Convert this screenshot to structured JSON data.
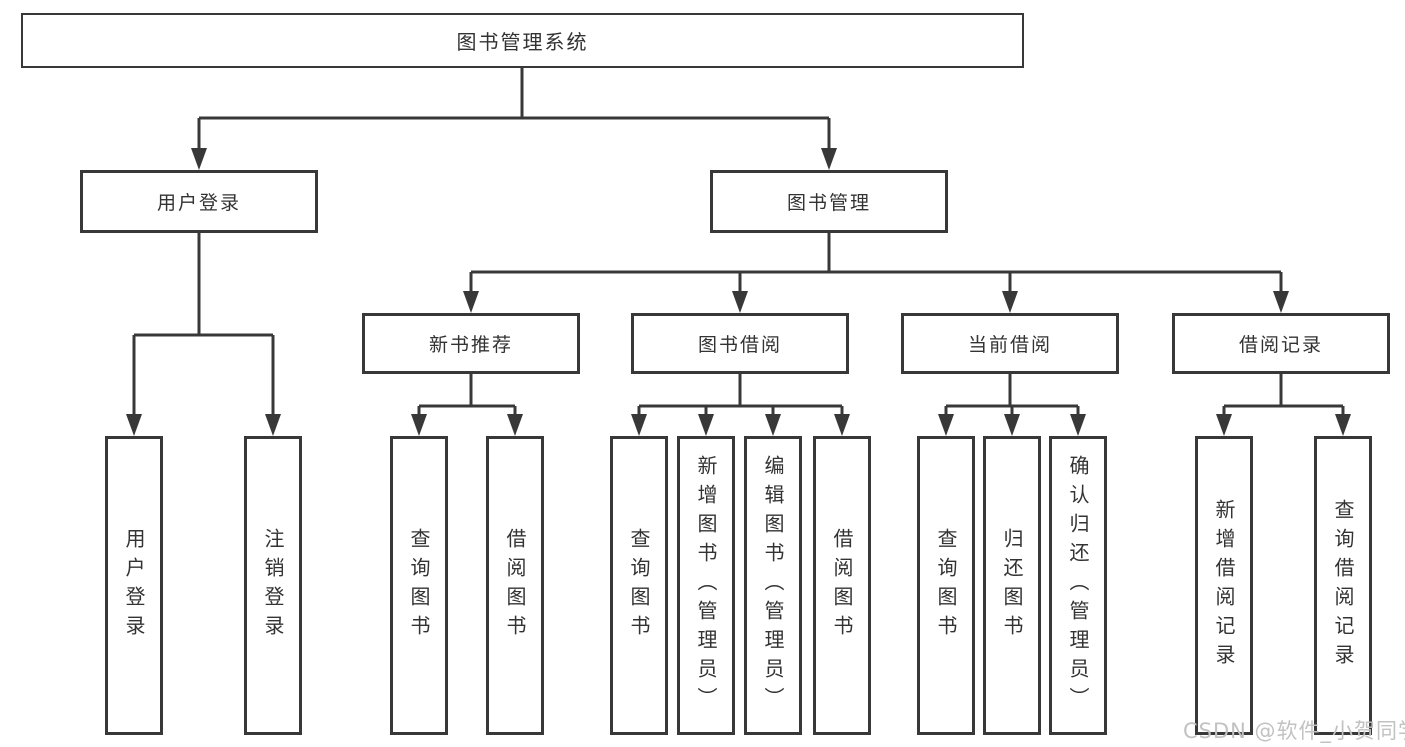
{
  "diagram": {
    "root": {
      "label": "图书管理系统"
    },
    "branches": {
      "user": {
        "label": "用户登录",
        "children": [
          {
            "label": "用户登录"
          },
          {
            "label": "注销登录"
          }
        ]
      },
      "mgmt": {
        "label": "图书管理",
        "sections": [
          {
            "label": "新书推荐",
            "children": [
              {
                "label": "查询图书"
              },
              {
                "label": "借阅图书"
              }
            ]
          },
          {
            "label": "图书借阅",
            "children": [
              {
                "label": "查询图书"
              },
              {
                "label": "新增图书（管理员）"
              },
              {
                "label": "编辑图书（管理员）"
              },
              {
                "label": "借阅图书"
              }
            ]
          },
          {
            "label": "当前借阅",
            "children": [
              {
                "label": "查询图书"
              },
              {
                "label": "归还图书"
              },
              {
                "label": "确认归还（管理员）"
              }
            ]
          },
          {
            "label": "借阅记录",
            "children": [
              {
                "label": "新增借阅记录"
              },
              {
                "label": "查询借阅记录"
              }
            ]
          }
        ]
      }
    }
  },
  "watermark": {
    "text": "CSDN @软件_小贺同学"
  },
  "colors": {
    "background": "#ffffff",
    "line": "#383838",
    "box_border": "#383838",
    "text": "#333333",
    "watermark": "#c2c2c2"
  }
}
